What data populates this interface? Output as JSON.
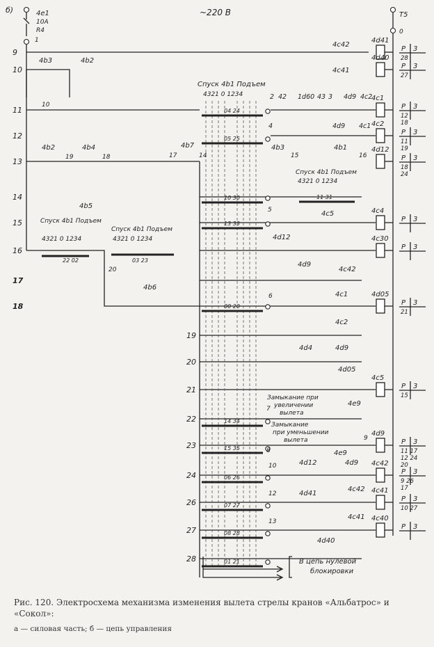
{
  "header": {
    "panel_letter": "б)",
    "supply": "~220 В",
    "fuse_left": "4е1",
    "fuse_left_rating": "10А",
    "fuse_left_r": "R4",
    "fuse_left_node": "1",
    "fuse_right": "Т5",
    "fuse_right_node": "0"
  },
  "rows": [
    {
      "n": "9",
      "relay": "4d41",
      "ref_top": "3",
      "ref_bottom": "28"
    },
    {
      "n": "10",
      "relay": "4d40",
      "ref_top": "3",
      "ref_bottom": "27"
    },
    {
      "n": "11",
      "relay": "4с1",
      "ref_top": "3",
      "ref_bottom": "12|18"
    },
    {
      "n": "12",
      "relay": "4с2",
      "ref_top": "3",
      "ref_bottom": "11|19"
    },
    {
      "n": "13",
      "relay": "4d12",
      "ref_top": "3",
      "ref_bottom": "18|24"
    },
    {
      "n": "14",
      "relay": "",
      "ref_top": "",
      "ref_bottom": ""
    },
    {
      "n": "15",
      "relay": "4с4",
      "ref_top": "3",
      "ref_bottom": ""
    },
    {
      "n": "16",
      "relay": "4с30",
      "ref_top": "3",
      "ref_bottom": ""
    },
    {
      "n": "17",
      "relay": "",
      "ref_top": "",
      "ref_bottom": ""
    },
    {
      "n": "18",
      "relay": "4d05",
      "ref_top": "3",
      "ref_bottom": "21"
    },
    {
      "n": "19",
      "relay": "",
      "ref_top": "",
      "ref_bottom": ""
    },
    {
      "n": "20",
      "relay": "",
      "ref_top": "",
      "ref_bottom": ""
    },
    {
      "n": "21",
      "relay": "4с5",
      "ref_top": "3",
      "ref_bottom": "15"
    },
    {
      "n": "22",
      "relay": "",
      "ref_top": "",
      "ref_bottom": ""
    },
    {
      "n": "23",
      "relay": "4d9",
      "ref_top": "3",
      "ref_bottom": "11 17|12 24|20"
    },
    {
      "n": "24",
      "relay": "4с42",
      "ref_top": "3",
      "ref_bottom": "9 26|17"
    },
    {
      "n": "26",
      "relay": "4с41",
      "ref_top": "3",
      "ref_bottom": "10 27"
    },
    {
      "n": "27",
      "relay": "4с40",
      "ref_top": "3",
      "ref_bottom": ""
    },
    {
      "n": "28",
      "relay": "",
      "ref_top": "",
      "ref_bottom": ""
    }
  ],
  "contacts": {
    "r9": "4с42",
    "r10": "4с41",
    "r10_a": "4b3",
    "r10_b": "4b2",
    "r11_node": "10",
    "r11_chain": [
      "2",
      "42",
      "1d60",
      "43",
      "3",
      "4d9",
      "4с2"
    ],
    "r12_chain": [
      "4",
      "4d9",
      "4с1"
    ],
    "r13_left": [
      "4b2",
      "19",
      "4b4",
      "18",
      "17",
      "4b7",
      "14"
    ],
    "r13_right": [
      "4b3",
      "15",
      "4b1",
      "16"
    ],
    "r15": [
      "4b5",
      "5",
      "4с5"
    ],
    "r16": "4d12",
    "r16_node": "20",
    "r17": [
      "4d9",
      "4с42"
    ],
    "r18": [
      "4b6",
      "6",
      "4с1",
      "4с2"
    ],
    "r20": [
      "4d4",
      "4d9"
    ],
    "r21": "4d05",
    "r22": [
      "7",
      "4е9"
    ],
    "r23": [
      "8",
      "9",
      "4е9"
    ],
    "r24": [
      "10",
      "4d12",
      "4d9"
    ],
    "r26": [
      "12",
      "4d41",
      "4с42"
    ],
    "r27": [
      "13",
      "4с41",
      "4d40"
    ]
  },
  "controllers": {
    "main_title": "Спуск 4b1 Подъем",
    "main_scale": "4321 0 1234",
    "left1_title": "Спуск 4b1 Подъем",
    "left1_scale": "4321 0 1234",
    "left2_title": "Спуск 4b1 Подъем",
    "left2_scale": "4321 0 1234",
    "right_title": "Спуск 4b1 Подъем",
    "right_scale": "4321 0 1234",
    "main_codes": [
      "04 24",
      "05 25",
      "10 30",
      "13 33",
      "00 20",
      "14 34",
      "15 35",
      "06 26",
      "07 27",
      "08 28",
      "01 21"
    ],
    "left1_code": "22 02",
    "left2_code": "03 23",
    "right_code": "11 31"
  },
  "notes": {
    "increase_line1": "Замыкание при",
    "increase_line2": "увеличении",
    "increase_line3": "вылета",
    "decrease_line1": "Замыкание",
    "decrease_line2": "при уменьшении",
    "decrease_line3": "вылета",
    "zero_block_line1": "В цепь нулевой",
    "zero_block_line2": "блокировки",
    "ref_p": "Р"
  },
  "caption": {
    "title": "Рис. 120. Электросхема механизма изменения вылета стрелы кранов «Альбатрос» и «Сокол»:",
    "legend": "а — силовая часть; б — цепь управления"
  }
}
